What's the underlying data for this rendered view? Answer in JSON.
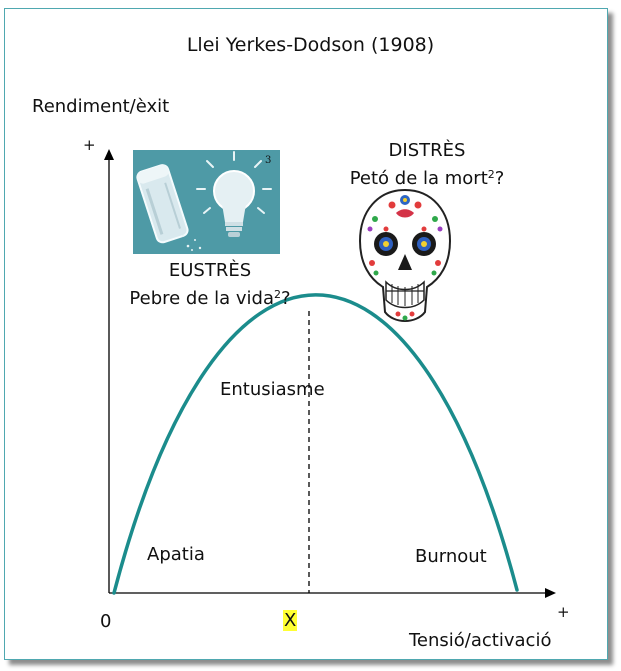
{
  "title": "Llei Yerkes-Dodson (1908)",
  "axes": {
    "y_label": "Rendiment/èxit",
    "y_plus": "+",
    "x_label": "Tensió/activació",
    "x_plus": "+",
    "origin": "0",
    "x_mark": "X"
  },
  "zones": {
    "eustres_title": "EUSTRÈS",
    "eustres_line": "Pebre de la vida",
    "eustres_sup": "2",
    "eustres_end": "?",
    "distres_title": "DISTRÈS",
    "distres_line": "Petó de la mort",
    "distres_sup": "2",
    "distres_end": "?",
    "peak": "Entusiasme",
    "low": "Apatia",
    "high": "Burnout"
  },
  "image": {
    "footnote": "3",
    "icons": [
      "salt-shaker-icon",
      "lightbulb-icon",
      "sugar-skull-icon"
    ]
  },
  "colors": {
    "curve": "#1b8c8c",
    "frame": "#4fa8b0",
    "highlight": "#ffff33",
    "image_bg": "#4e9aa6"
  }
}
